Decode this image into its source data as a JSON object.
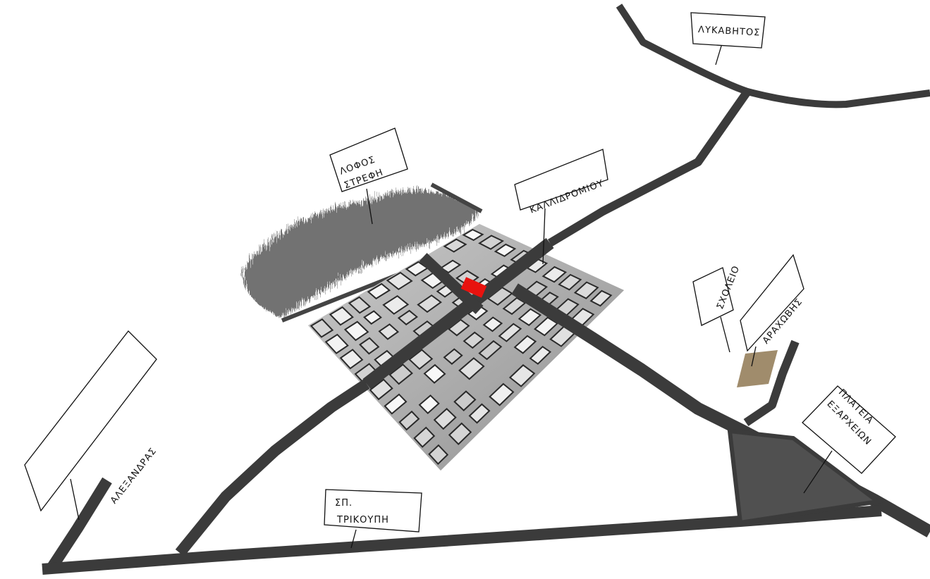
{
  "colors": {
    "road": "#3b3b3b",
    "square": "#505050",
    "site_marker": "#e8120e",
    "school_marker": "#a08c6c",
    "hill": "#5a5a5a",
    "background": "#ffffff"
  },
  "labels": {
    "lykavittos": "ΛΥΚΑΒΗΤΟΣ",
    "lofos_line1": "ΛΟΦΟΣ",
    "lofos_line2": "ΣΤΡΕΦΗ",
    "kallidromiou": "ΚΑΛΛΙΔΡΟΜΙΟΥ",
    "scholeio": "ΣΧΟΛΕΙΟ",
    "arachovis": "ΑΡΑΧΩΒΗΣ",
    "plateia_line1": "ΠΛΑΤΕΙΑ",
    "plateia_line2": "ΕΞΑΡΧΕΙΩΝ",
    "alexandras": "ΑΛΕΞΑΝΔΡΑΣ",
    "trikoupi_line1": "ΣΠ.",
    "trikoupi_line2": "ΤΡΙΚΟΥΠΗ"
  }
}
